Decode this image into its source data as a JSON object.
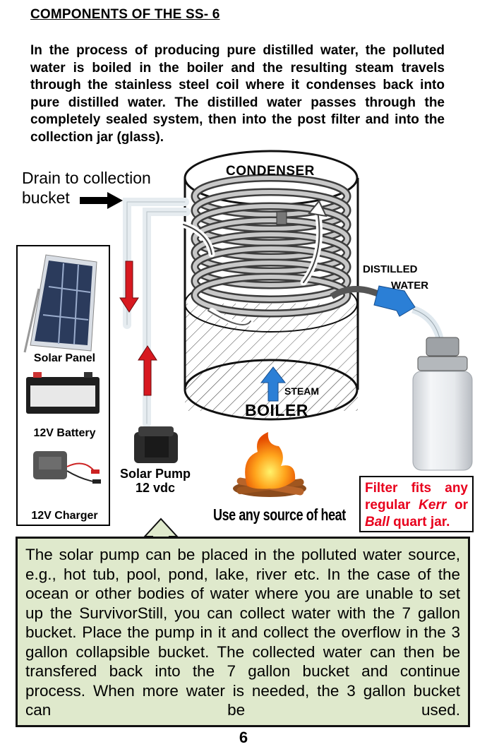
{
  "title": "COMPONENTS OF THE SS- 6",
  "intro": "In the process of producing pure distilled water, the polluted water is boiled in the boiler and the resulting steam travels through the stainless steel coil where it condenses back into pure distilled water. The distilled water passes through the completely sealed system, then into the post filter and into the collection jar (glass).",
  "diagram": {
    "drain_label_line1": "Drain to collection",
    "drain_label_line2": "bucket",
    "condenser_label": "CONDENSER",
    "distilled_label_line1": "DISTILLED",
    "distilled_label_line2": "WATER",
    "steam_label": "STEAM",
    "boiler_label": "BOILER",
    "pump_label_line1": "Solar Pump",
    "pump_label_line2": "12 vdc",
    "heat_label": "Use any source of heat"
  },
  "kit": {
    "solar_panel": "Solar Panel",
    "battery": "12V Battery",
    "charger": "12V Charger"
  },
  "filter_note": {
    "line1": "Filter fits any",
    "line2_pre": "regular ",
    "line2_em": "Kerr",
    "line2_post": " or",
    "line3_em": "Ball",
    "line3_post": " quart jar."
  },
  "info": {
    "body": "The solar pump can be placed in the polluted water source, e.g., hot tub, pool, pond, lake, river etc. In the case of the ocean or other bodies of water where you are unable to set up the SurvivorStill, you can collect water with the 7 gallon bucket. Place the pump in it and collect the overflow in the 3 gallon collapsible bucket. The collected water can then be transfered back into the 7 gallon bucket and continue process.",
    "last": "When more water is needed, the 3 gallon bucket can be used."
  },
  "page_number": "6",
  "colors": {
    "info_bg": "#dfe9cc",
    "red_note": "#e8001c",
    "arrow_red": "#d71920",
    "arrow_blue": "#2b7fd6"
  }
}
